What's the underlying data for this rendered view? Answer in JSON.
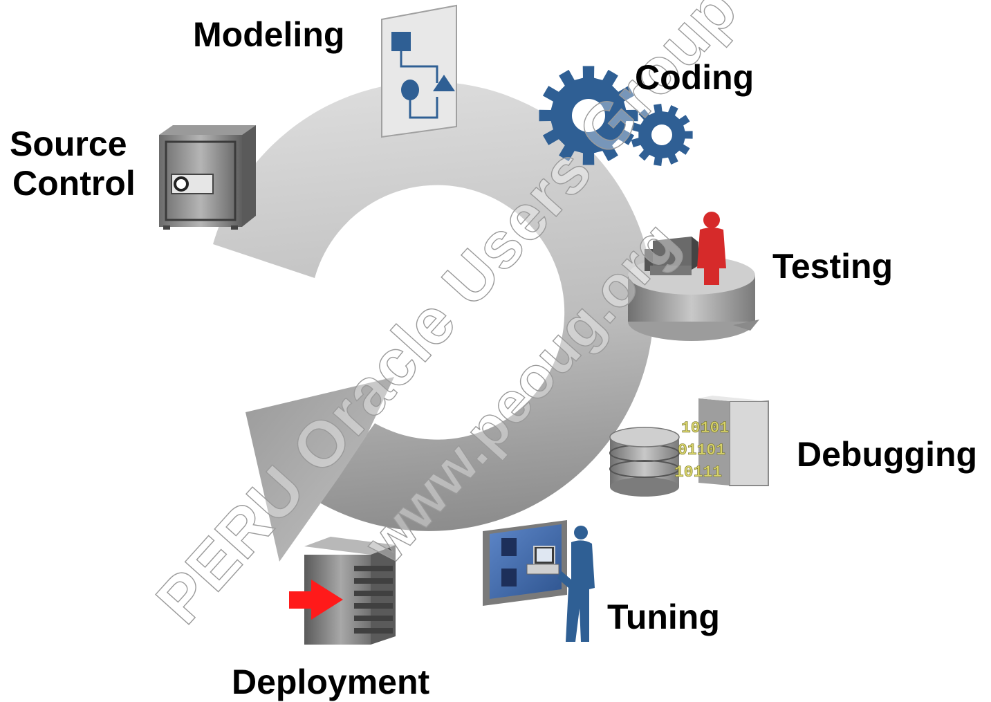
{
  "labels": {
    "source_control_line1": "Source",
    "source_control_line2": "Control",
    "modeling": "Modeling",
    "coding": "Coding",
    "testing": "Testing",
    "debugging": "Debugging",
    "tuning": "Tuning",
    "deployment": "Deployment"
  },
  "watermark": {
    "line1": "PERU Oracle Users Group",
    "line2": "www.peoug.org"
  },
  "debugging_binary": [
    "10101",
    "01101",
    "10111"
  ],
  "icons": {
    "source_control": "safe-icon",
    "modeling": "flowchart-icon",
    "coding": "gears-icon",
    "testing": "test-bench-icon",
    "debugging": "database-binary-icon",
    "tuning": "person-monitor-icon",
    "deployment": "server-icon"
  },
  "colors": {
    "arrow_light": "#d9d9d9",
    "arrow_dark": "#8e8e8e",
    "icon_blue": "#2f5f94",
    "tester_red": "#d62a2a",
    "deploy_arrow_red": "#ff1a1a",
    "binary_yellow": "#d8d36a"
  }
}
